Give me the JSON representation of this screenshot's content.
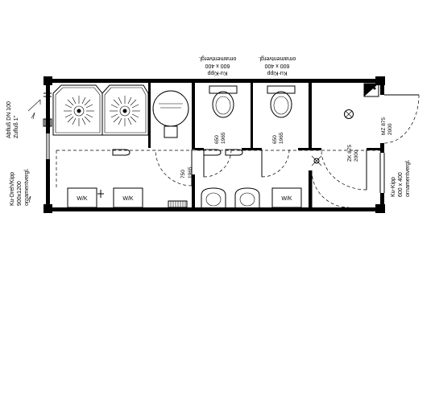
{
  "labels": {
    "drain_line1": "Abfluß DN 100",
    "drain_line2": "Zufluß 1\"",
    "win_left_l1": "Ku-Dreh/Kipp",
    "win_left_l2": "900x1200",
    "win_left_l3": "ornamentvergl.",
    "win_top_a_l1": "Ku-Kipp",
    "win_top_a_l2": "600 x 400",
    "win_top_a_l3": "ornamentvergl.",
    "win_top_b_l1": "Ku-Kipp",
    "win_top_b_l2": "600 x 400",
    "win_top_b_l3": "ornamentvergl.",
    "win_right_l1": "Ku-Kipp",
    "win_right_l2": "600 x 400",
    "win_right_l3": "ornamentvergl.",
    "door_mz_l1": "MZ 875",
    "door_mz_l2": "2000",
    "door_zk_l1": "ZK 875",
    "door_zk_l2": "2000",
    "door_a_l1": "650",
    "door_a_l2": "1965",
    "door_b_l1": "650",
    "door_b_l2": "1965",
    "door_c_l1": "750",
    "door_c_l2": "1965",
    "sink_mark": "W/K"
  },
  "colors": {
    "wall": "#000000",
    "background": "#ffffff"
  }
}
